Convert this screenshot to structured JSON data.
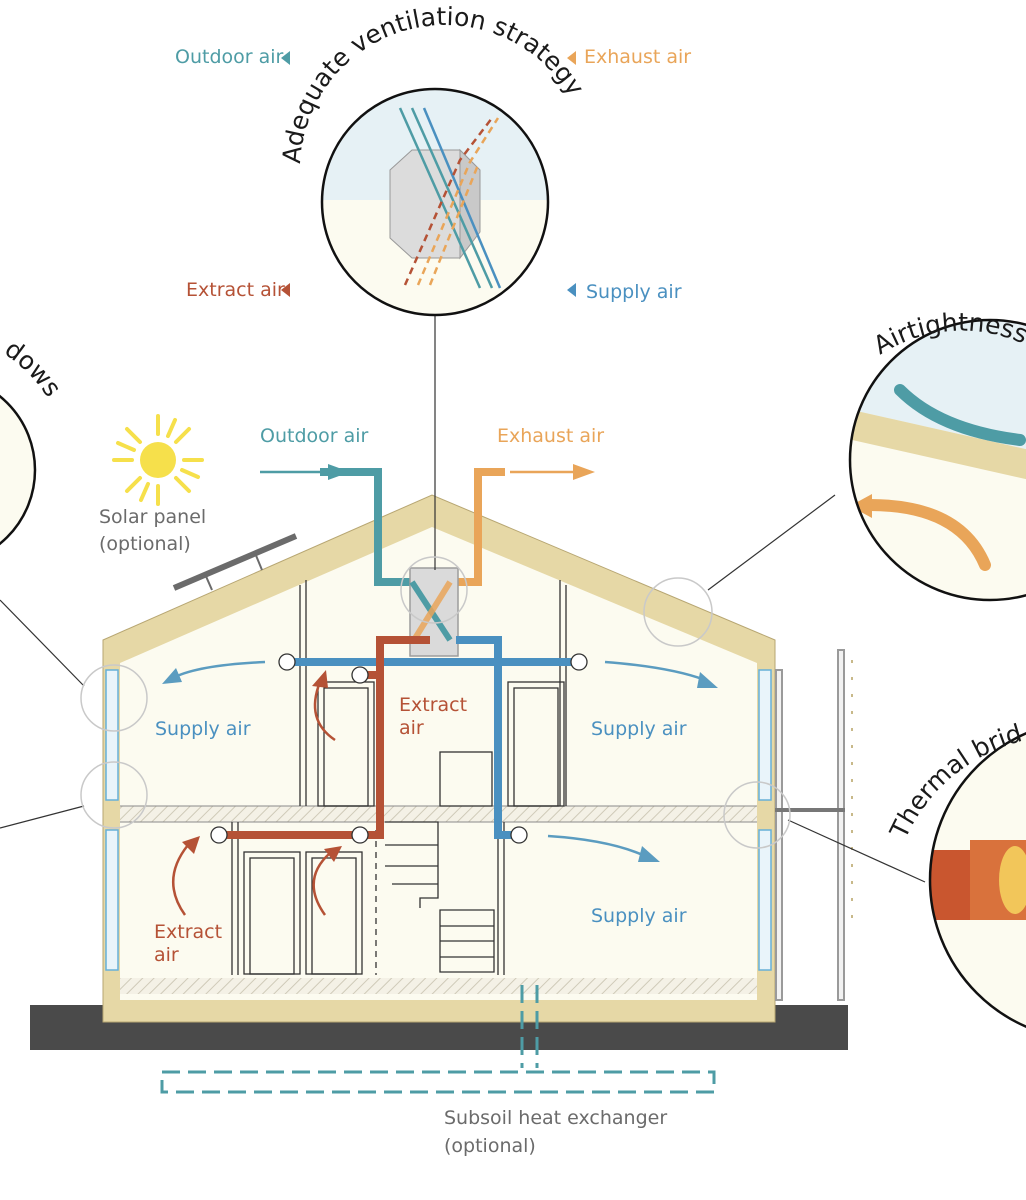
{
  "callout_ventilation": {
    "title": "Adequate ventilation strategy",
    "outdoor_air": "Outdoor air",
    "exhaust_air": "Exhaust air",
    "extract_air": "Extract air",
    "supply_air": "Supply air"
  },
  "callout_windows": {
    "title_fragment": "dows"
  },
  "callout_airtightness": {
    "title": "Airtightness"
  },
  "callout_thermal": {
    "title_fragment": "Thermal bridg"
  },
  "house": {
    "outdoor_air": "Outdoor air",
    "exhaust_air": "Exhaust air",
    "solar_panel_line1": "Solar panel",
    "solar_panel_line2": "(optional)",
    "supply_air_left": "Supply air",
    "supply_air_right": "Supply air",
    "supply_air_ground": "Supply air",
    "extract_air_upper_line1": "Extract",
    "extract_air_upper_line2": "air",
    "extract_air_lower_line1": "Extract",
    "extract_air_lower_line2": "air"
  },
  "subsoil": {
    "line1": "Subsoil heat exchanger",
    "line2": "(optional)"
  },
  "colors": {
    "outdoor": "#4e9ca5",
    "exhaust": "#e9a559",
    "extract": "#b55236",
    "supply": "#4a90c0",
    "wall": "#e6d8a6"
  }
}
